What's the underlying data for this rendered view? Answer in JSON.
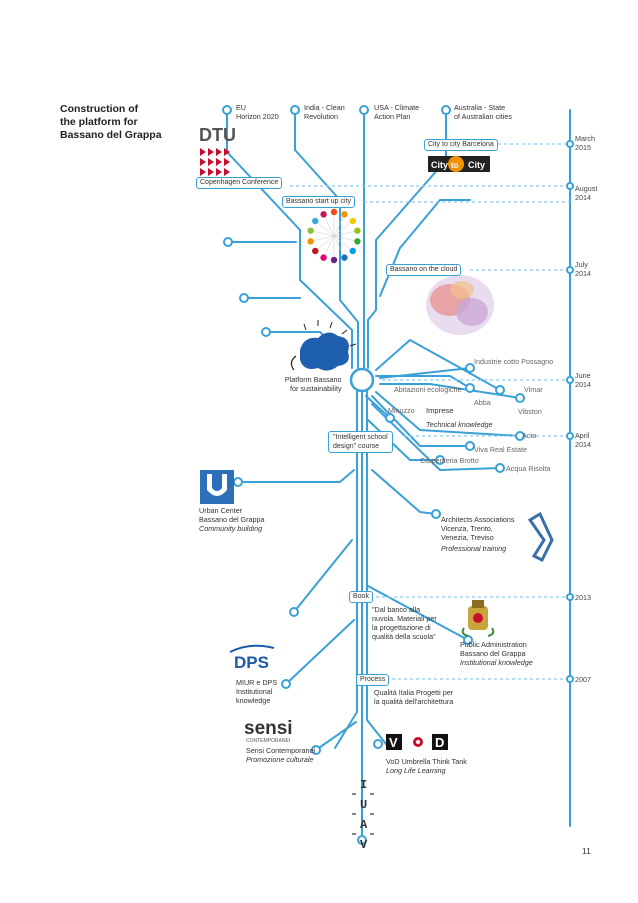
{
  "title_lines": [
    "Construction of",
    "the platform for",
    "Bassano del Grappa"
  ],
  "top_nodes": {
    "eu": [
      "EU",
      "Horizon 2020"
    ],
    "india": [
      "India - Clean",
      "Revolution"
    ],
    "usa": [
      "USA - Climate",
      "Action Plan"
    ],
    "australia": [
      "Australia - State",
      "of Australian cities"
    ]
  },
  "boxes": {
    "city_to_city": "City to city Barcelona",
    "copenhagen": "Copenhagen Conference",
    "start_up": "Bassano start up city",
    "cloud": "Bassano on the cloud",
    "school": [
      "\"Intelligent school",
      "design\" course"
    ],
    "book": "Book",
    "process": "Process"
  },
  "logos": {
    "dtu": "DTU",
    "city_logo": [
      "City",
      "to",
      "City"
    ],
    "dps": "DPS",
    "sensi": "sensi",
    "sensi_sub": "CONTEMPORANEI",
    "iuav": [
      "I",
      "U",
      "A",
      "V"
    ],
    "vod": [
      "V",
      "D"
    ]
  },
  "dates": [
    [
      "March",
      "2015"
    ],
    [
      "August",
      "2014"
    ],
    [
      "July",
      "2014"
    ],
    [
      "June",
      "2014"
    ],
    [
      "April",
      "2014"
    ],
    [
      "2013"
    ],
    [
      "2007"
    ]
  ],
  "platform": [
    "Platform Bassano",
    "for sustainability"
  ],
  "companies": {
    "cotto": "Industrie cotto Possagno",
    "abitazioni": "Abitazioni ecologiche",
    "vimar": "Vimar",
    "abba": "Abba",
    "minuzzo": "Minuzzo",
    "imprese": "Imprese",
    "vibston": "Vibston",
    "technical": "Technical knowledge",
    "acta": "Acta",
    "viva": "Viva Real Estate",
    "carpenteria": "Carpenteria Brotto",
    "acqua": "Acqua Risolta"
  },
  "urban_center": [
    "Urban Center",
    "Bassano del Grappa",
    "Community building"
  ],
  "architects": [
    "Architects Associations",
    "Vicenza, Trento,",
    "Venezia, Treviso",
    "Professional training"
  ],
  "book_quote": [
    "\"Dal banco alla",
    "nuvola. Materiali per",
    "la progettazione di",
    "qualità della scuola\""
  ],
  "public_admin": [
    "Public Administration",
    "Bassano del Grappa",
    "Institutional knowledge"
  ],
  "miur": [
    "MIUR e DPS",
    "Institutional",
    "knowledge"
  ],
  "qualita": [
    "Qualità Italia Progetti per",
    "la qualità dell'architettura"
  ],
  "sensi_text": [
    "Sensi Contemporanei",
    "Promozione culturale"
  ],
  "vod_text": [
    "VoD Umbrella Think Tank",
    "Long Life Learning"
  ],
  "page_number": "11",
  "colors": {
    "line": "#3aa0d8",
    "dashed": "#8fcbe9",
    "dtu_red": "#c8102e",
    "orange": "#f29200",
    "dps_blue": "#1c5aa8"
  }
}
